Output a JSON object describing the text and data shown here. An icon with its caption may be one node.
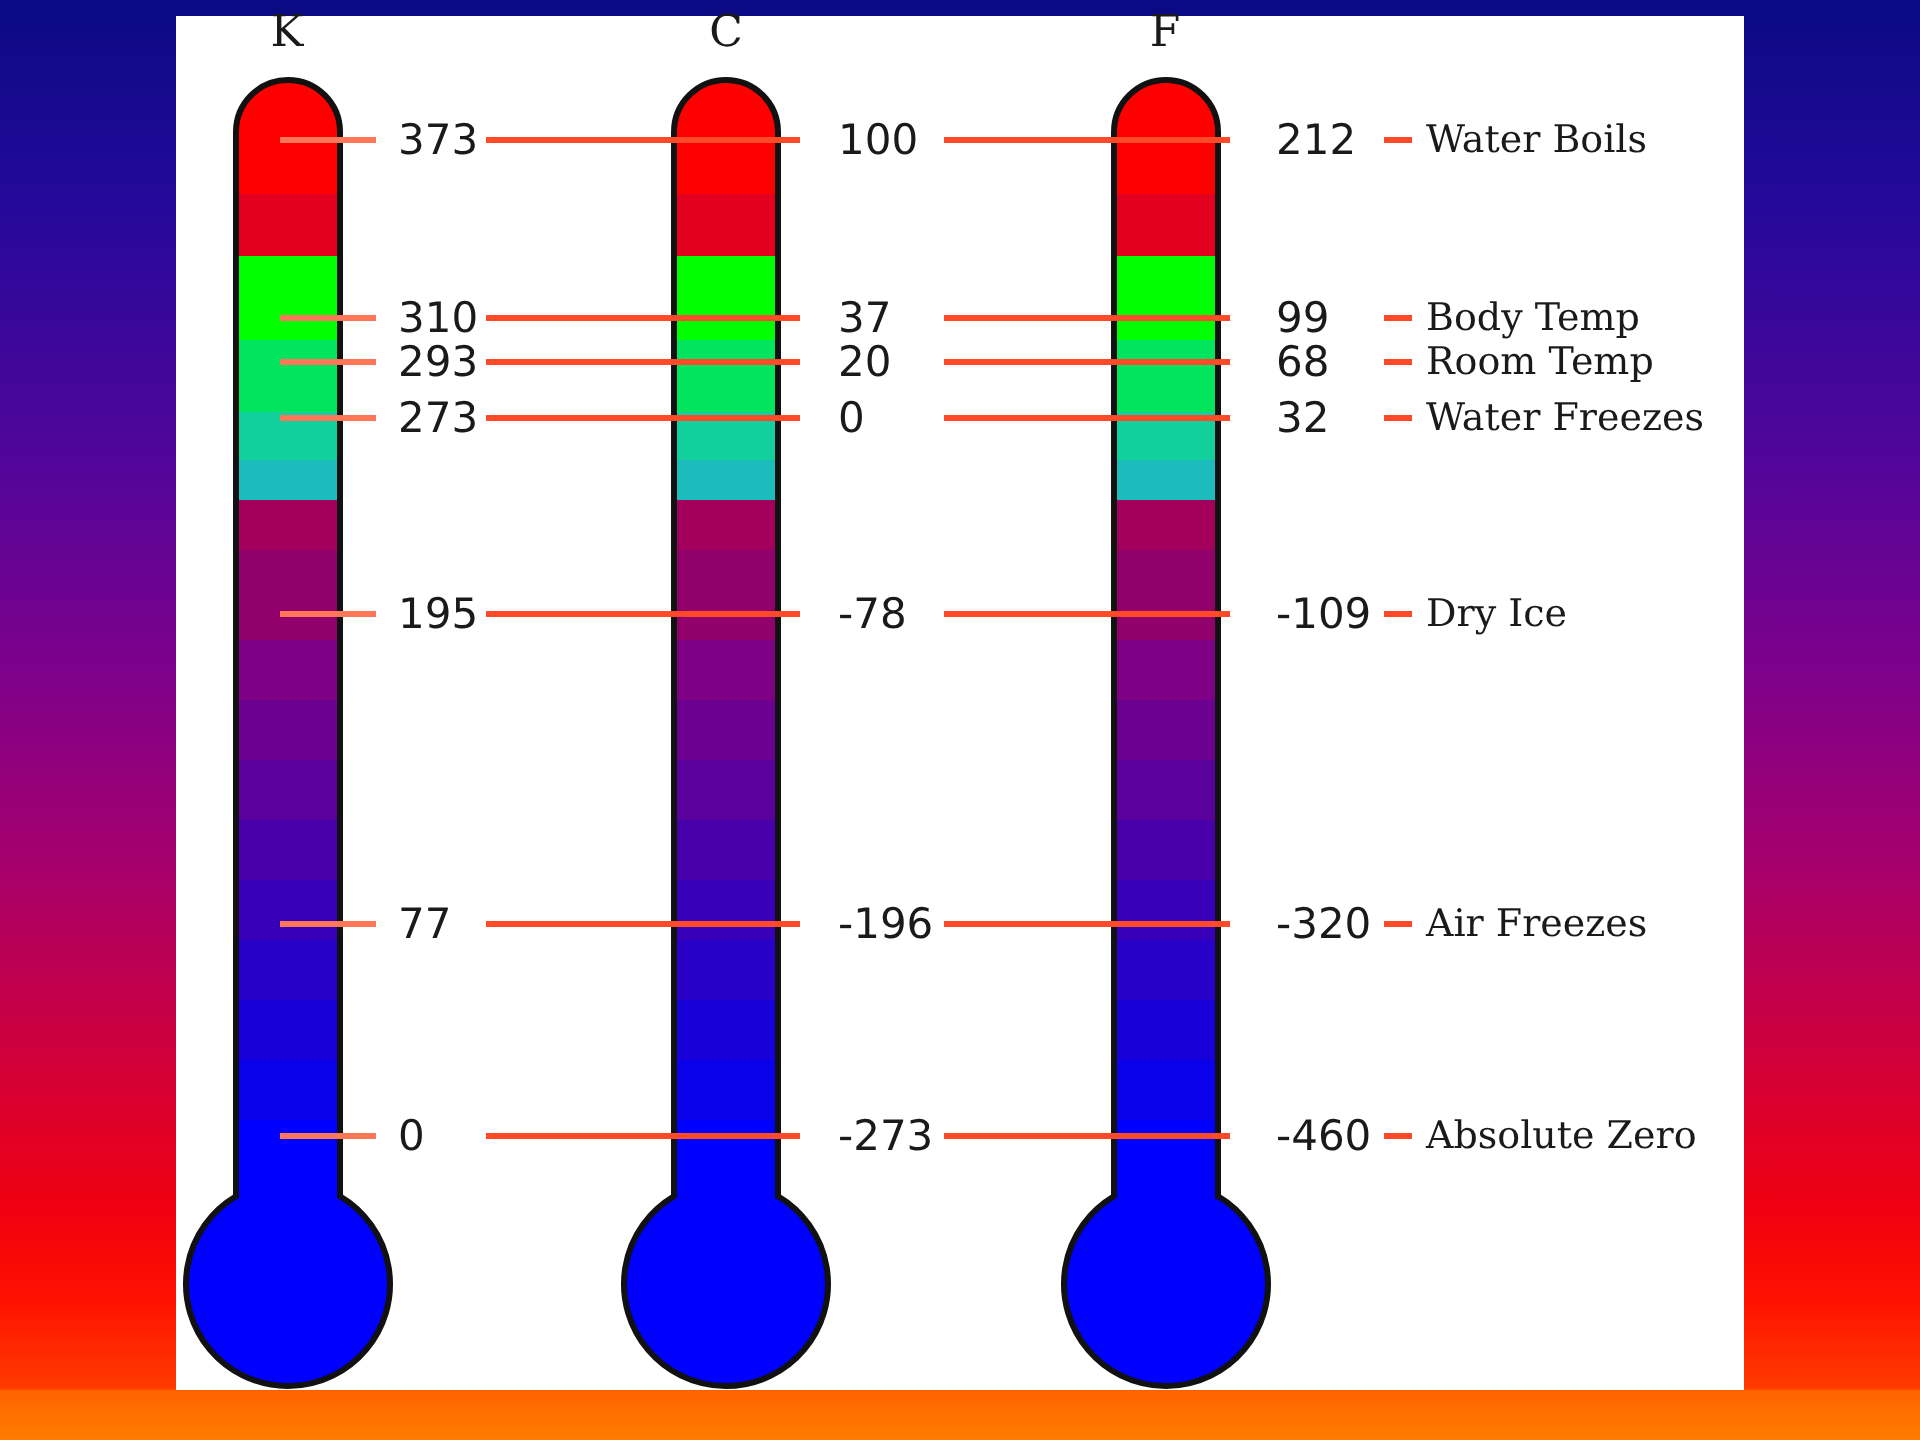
{
  "diagram": {
    "nodes": [
      {
        "text": [
          "K"
        ],
        "beside": [
          "373",
          "310",
          "293",
          "273",
          "195",
          "77",
          "0"
        ]
      },
      {
        "text": [
          "C"
        ],
        "beside": [
          "100",
          "37",
          "20",
          "0",
          "-78",
          "-196",
          "-273"
        ]
      },
      {
        "text": [
          "F"
        ],
        "beside": [
          "212",
          "99",
          "68",
          "32",
          "-109",
          "-320",
          "-460"
        ]
      }
    ],
    "labels": [
      "Water Boils",
      "Body Temp",
      "Room Temp",
      "Water Freezes",
      "Dry Ice",
      "Air Freezes",
      "Absolute Zero"
    ]
  }
}
